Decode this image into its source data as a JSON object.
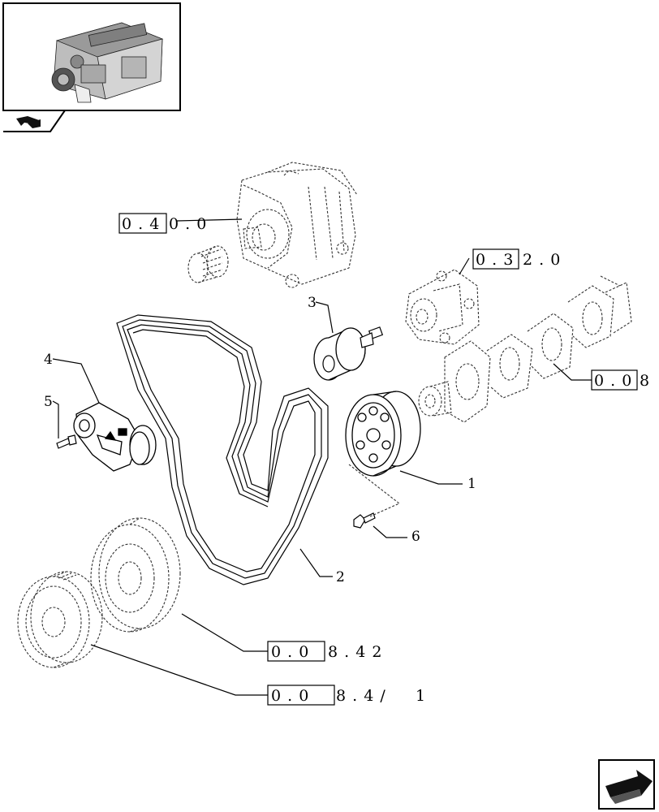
{
  "callouts": {
    "c1": "1",
    "c2": "2",
    "c3": "3",
    "c4": "4",
    "c5": "5",
    "c6": "6"
  },
  "refs": {
    "alternator": {
      "boxed": "0 . 4",
      "rest": "0 . 0"
    },
    "water_pump": {
      "boxed": "0 . 3",
      "rest": "2 . 0"
    },
    "crankshaft": {
      "boxed": "0 . 0",
      "rest": "8"
    },
    "damper": {
      "boxed": "0 . 0",
      "rest": "8 . 4 2"
    },
    "pulley": {
      "boxed": "0 . 0",
      "rest": "8 . 4 /",
      "tail": "1"
    }
  },
  "icons": {
    "thumbnail": "engine-thumbnail",
    "section": "section-arrow-icon",
    "navigate": "next-page-arrow-icon"
  }
}
